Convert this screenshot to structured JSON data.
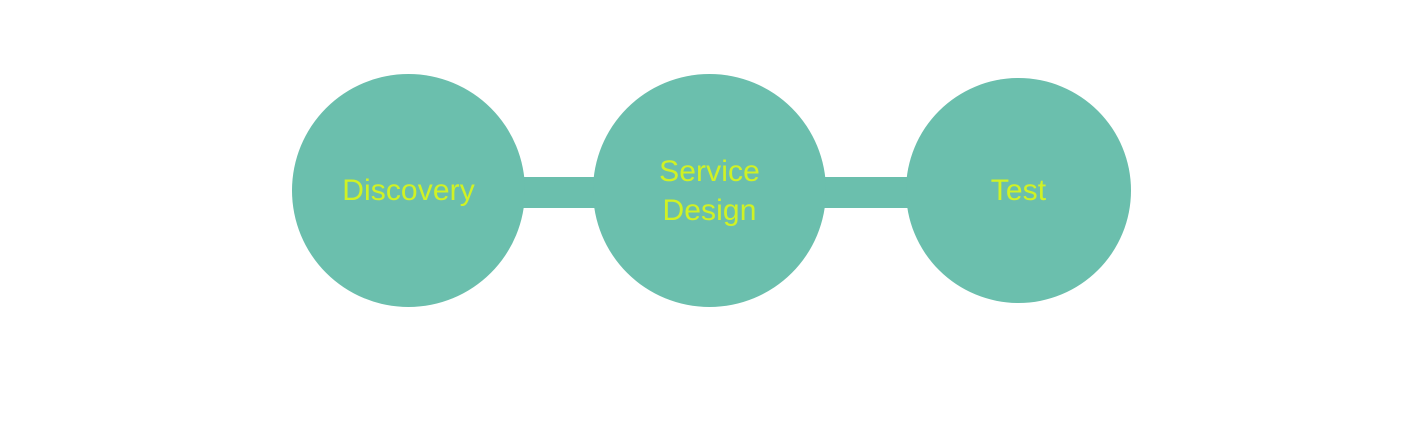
{
  "diagram": {
    "type": "process-flow",
    "orientation": "horizontal",
    "background_color": "#FFFFFF",
    "node_fill_color": "#6BBFAD",
    "node_label_color": "#D0F224",
    "connector_color": "#6BBFAD",
    "nodes": [
      {
        "id": "discovery",
        "label": "Discovery",
        "shape": "circle"
      },
      {
        "id": "service-design",
        "label": "Service\nDesign",
        "shape": "circle"
      },
      {
        "id": "test",
        "label": "Test",
        "shape": "circle"
      }
    ],
    "connectors": [
      {
        "id": "connector-1",
        "from": "discovery",
        "to": "service-design",
        "style": "bar"
      },
      {
        "id": "connector-2",
        "from": "service-design",
        "to": "test",
        "style": "bar"
      }
    ]
  }
}
